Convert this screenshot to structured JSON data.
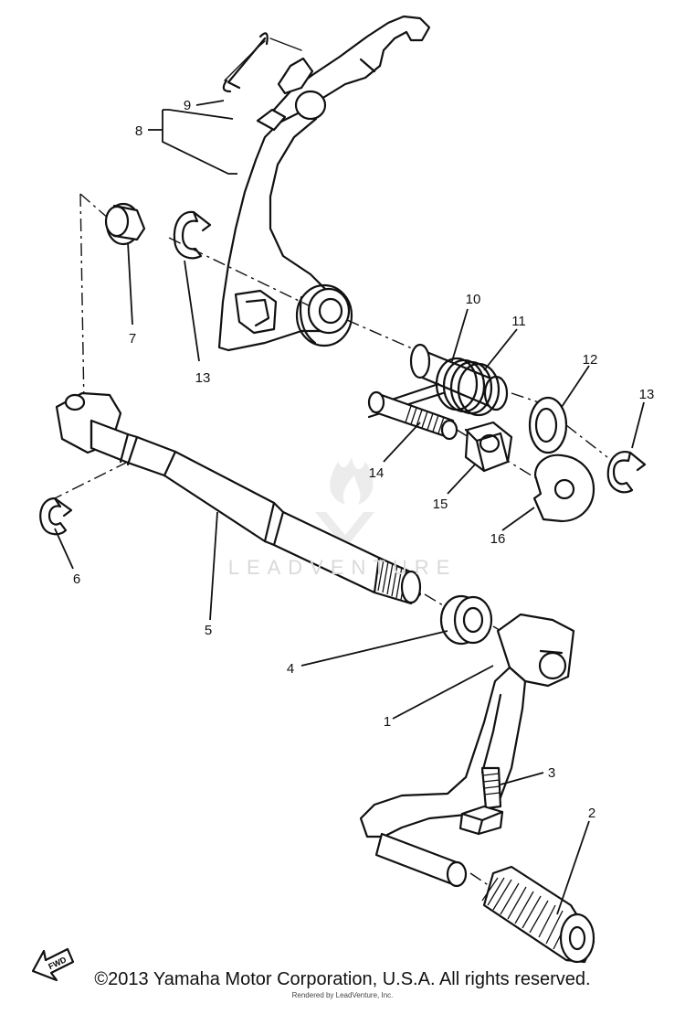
{
  "callouts": [
    "1",
    "2",
    "3",
    "4",
    "5",
    "6",
    "7",
    "8",
    "9",
    "10",
    "11",
    "12",
    "13",
    "13",
    "14",
    "15",
    "16"
  ],
  "fwd_label": "FWD",
  "watermark": "LEADVENTURE",
  "copyright": "©2013 Yamaha Motor Corporation, U.S.A. All rights reserved.",
  "render_credit": "Rendered by LeadVenture, Inc."
}
